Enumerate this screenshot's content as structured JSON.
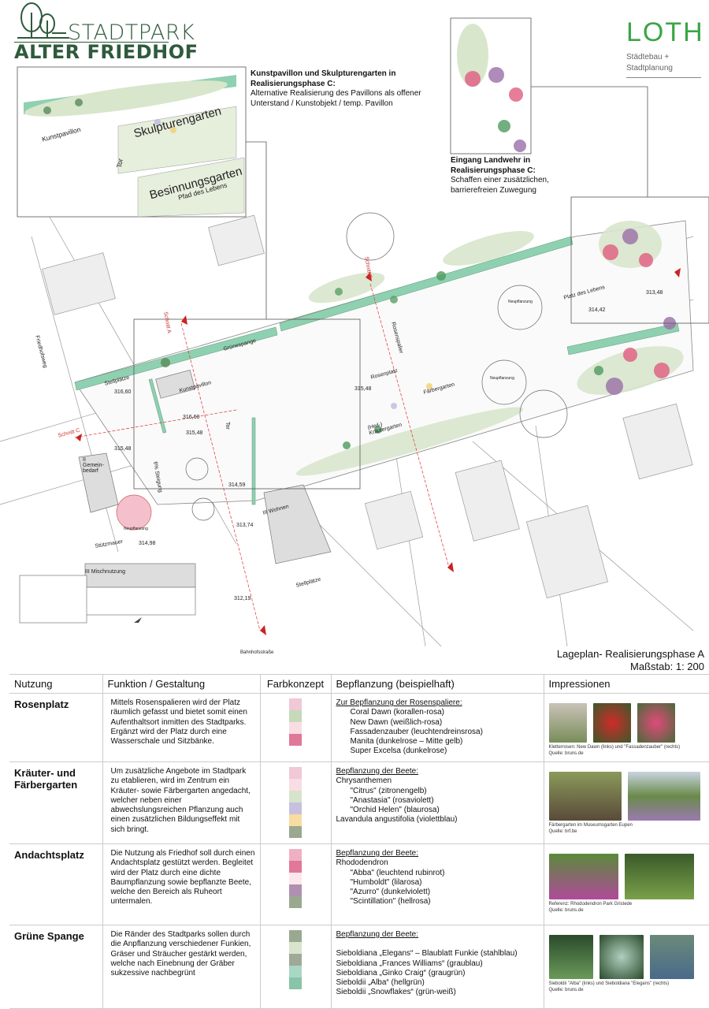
{
  "header": {
    "logo_line1": "STADTPARK",
    "logo_line2": "ALTER FRIEDHOF",
    "firm_logo": "LOTH",
    "firm_sub1": "Städtebau +",
    "firm_sub2": "Stadtplanung"
  },
  "insets": {
    "left": {
      "title": "Kunstpavillon und Skulpturengarten in Realisierungsphase C:",
      "text": "Alternative Realisierung des Pavillons als offener Unterstand / Kunstobjekt / temp. Pavillon",
      "labels": {
        "kunstpavillon": "Kunstpavillon",
        "skulptur": "Skulpturengarten",
        "besinnung": "Besinnungsgarten",
        "pfad": "Pfad des Lebens",
        "tor": "Tor"
      }
    },
    "right": {
      "title": "Eingang Landwehr in Realisierungsphase C:",
      "text": "Schaffen einer zusätzlichen, barrierefreien Zuwegung"
    }
  },
  "plan": {
    "schnitt_a": "Schnitt A",
    "schnitt_b": "Schnitt B",
    "schnitt_c": "Schnitt C",
    "gruenespange": "Grünespange",
    "stellplaetze": "Stellplätze",
    "friedhofsweg": "Friedhofsweg",
    "kunstpavillon": "Kunstpavillon",
    "tor": "Tor",
    "gemeinbedarf": "II Gemein-bedarf",
    "steigung": "6% Steigung",
    "neupflanzung": "Neupflanzung",
    "stuetzmauer": "Stützmauer",
    "wohnen": "III Wohnen",
    "mischnutzung": "III Mischnutzung",
    "rosenspalier": "Rosenspalier",
    "rosenplatz": "Rosenplatz",
    "faerbergarten": "Färbergarten",
    "kraeutergarten": "(Heil-) Kräutergarten",
    "platz_des_lebens": "Platz des Lebens",
    "bahnhofsstrasse": "Bahnhofsstraße",
    "levels": {
      "l1": "316,60",
      "l2": "316,60",
      "l3": "315,48",
      "l4": "315,48",
      "l5": "315,48",
      "l6": "314,98",
      "l7": "314,59",
      "l8": "313,74",
      "l9": "312,19",
      "l10": "314,42",
      "l11": "313,48"
    }
  },
  "plan_title": "Lageplan- Realisierungsphase A",
  "scale": "Maßstab: 1: 200",
  "table": {
    "headers": [
      "Nutzung",
      "Funktion / Gestaltung",
      "Farbkonzept",
      "Bepflanzung (beispielhaft)",
      "Impressionen"
    ],
    "rows": [
      {
        "name": "Rosenplatz",
        "function": "Mittels Rosenspalieren wird der Platz räumlich gefasst und bietet somit einen  Aufenthaltsort inmitten des Stadtparks. Ergänzt wird der Platz durch eine Wasserschale und Sitzbänke.",
        "colors": [
          "#f0c8d6",
          "#c6d9b8",
          "#f8dde4",
          "#e07898"
        ],
        "plant_heading": "Zur Bepflanzung der Rosenspaliere:",
        "plants": [
          "Coral Dawn (korallen-rosa)",
          "New Dawn (weißlich-rosa)",
          "Fassadenzauber (leuchtendreinsrosa)",
          "Manita (dunkelrose – Mitte gelb)",
          "Super Excelsa (dunkelrose)"
        ],
        "caption": "Kletterrosen: New Dawn (links) und \"Fassadenzauber\" (rechts)",
        "source": "Quelle: bruns.de"
      },
      {
        "name": "Kräuter- und Färbergarten",
        "function": "Um zusätzliche Angebote im Stadtpark zu etablieren, wird im Zentrum ein Kräuter- sowie Färbergarten angedacht, welcher neben einer abwechslungsreichen Pflanzung auch einen zusätzlichen Bildungseffekt mit sich bringt.",
        "colors": [
          "#f0c8d6",
          "#f8dde4",
          "#d6e4cc",
          "#c8c0e0",
          "#f8dca0",
          "#9aa890"
        ],
        "plant_heading": "Bepflanzung der Beete:",
        "plant_group": "Chrysanthemen",
        "plants": [
          "\"Citrus\" (zitronengelb)",
          "\"Anastasia\" (rosaviolett)",
          "\"Orchid Helen\" (blaurosa)"
        ],
        "plant_extra": "Lavandula angustifolia (violettblau)",
        "caption": "Färbergarten im Museumsgarten Eupen",
        "source": "Quelle: brf.be"
      },
      {
        "name": "Andachtsplatz",
        "function": "Die Nutzung als Friedhof soll durch einen Andachtsplatz gestützt werden. Begleitet wird der Platz durch eine dichte Baumpflanzung sowie bepflanzte Beete, welche den Bereich als Ruheort untermalen.",
        "colors": [
          "#f0b0c4",
          "#e07898",
          "#fce8ec",
          "#b090b0",
          "#9aa890"
        ],
        "plant_heading": "Bepflanzung der Beete:",
        "plant_group": "Rhododendron",
        "plants": [
          "\"Abba\" (leuchtend rubinrot)",
          "\"Humboldt\" (lilarosa)",
          "\"Azurro\" (dunkelviolett)",
          "\"Scintillation\" (hellrosa)"
        ],
        "caption": "Referenz: Rhododendron Park Gristede",
        "source": "Quelle: bruns.de"
      },
      {
        "name": "Grüne Spange",
        "function": "Die Ränder des Stadtparks sollen durch die Anpflanzung verschiedener Funkien, Gräser und Sträucher gestärkt werden, welche nach Einebnung der Gräber sukzessive nachbegrünt",
        "colors": [
          "#9aa890",
          "#d8e4cc",
          "#a0a898",
          "#a8d8c4",
          "#88c4aa"
        ],
        "plant_heading": "Bepflanzung der Beete:",
        "plants": [
          "Sieboldiana „Elegans“ – Blaublatt Funkie (stahlblau)",
          "Sieboldiana „Frances Williams“ (graublau)",
          "Sieboldiana „Ginko Craig“ (graugrün)",
          "Sieboldii „Alba“ (hellgrün)",
          "Sieboldii „Snowflakes“ (grün-weiß)"
        ],
        "caption": "Sieboldii \"Alba\" (links) und Sieboldiana \"Elegans\" (rechts)",
        "source": "Quelle: bruns.de"
      }
    ]
  }
}
